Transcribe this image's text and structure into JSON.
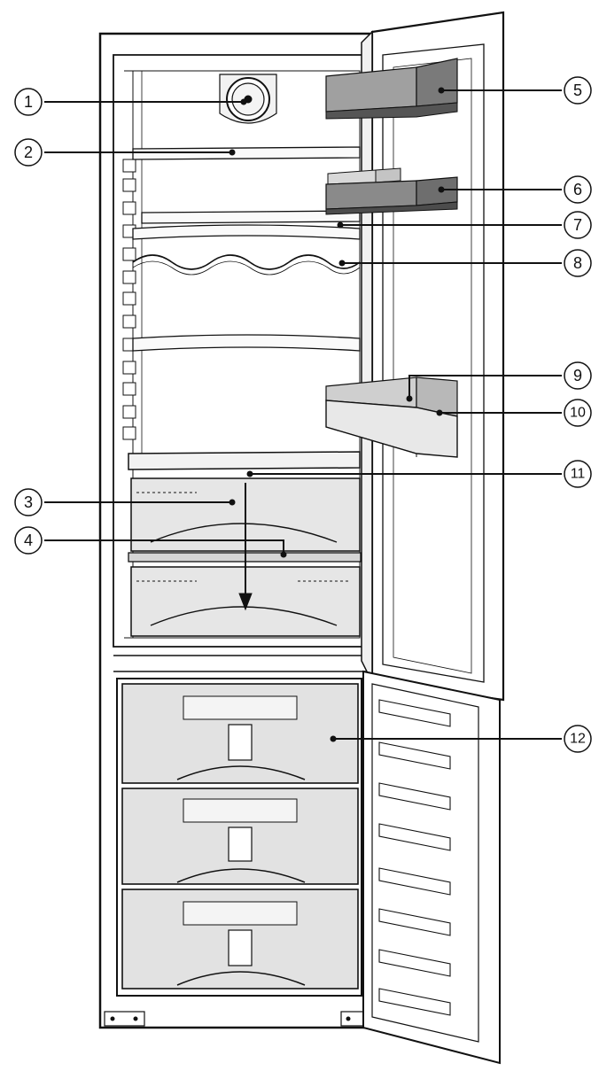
{
  "diagram": {
    "subject": "fridge-freezer-open-doors",
    "colors": {
      "line": "#111111",
      "drawer": "#e4e4e4",
      "door_shelf": "#9a9a9a",
      "door_shelf_dark": "#6f6f6f",
      "panel": "#f3f3f3"
    },
    "callouts": [
      {
        "label": "1"
      },
      {
        "label": "2"
      },
      {
        "label": "3"
      },
      {
        "label": "4"
      },
      {
        "label": "5"
      },
      {
        "label": "6"
      },
      {
        "label": "7"
      },
      {
        "label": "8"
      },
      {
        "label": "9"
      },
      {
        "label": "10"
      },
      {
        "label": "11"
      },
      {
        "label": "12"
      }
    ]
  }
}
